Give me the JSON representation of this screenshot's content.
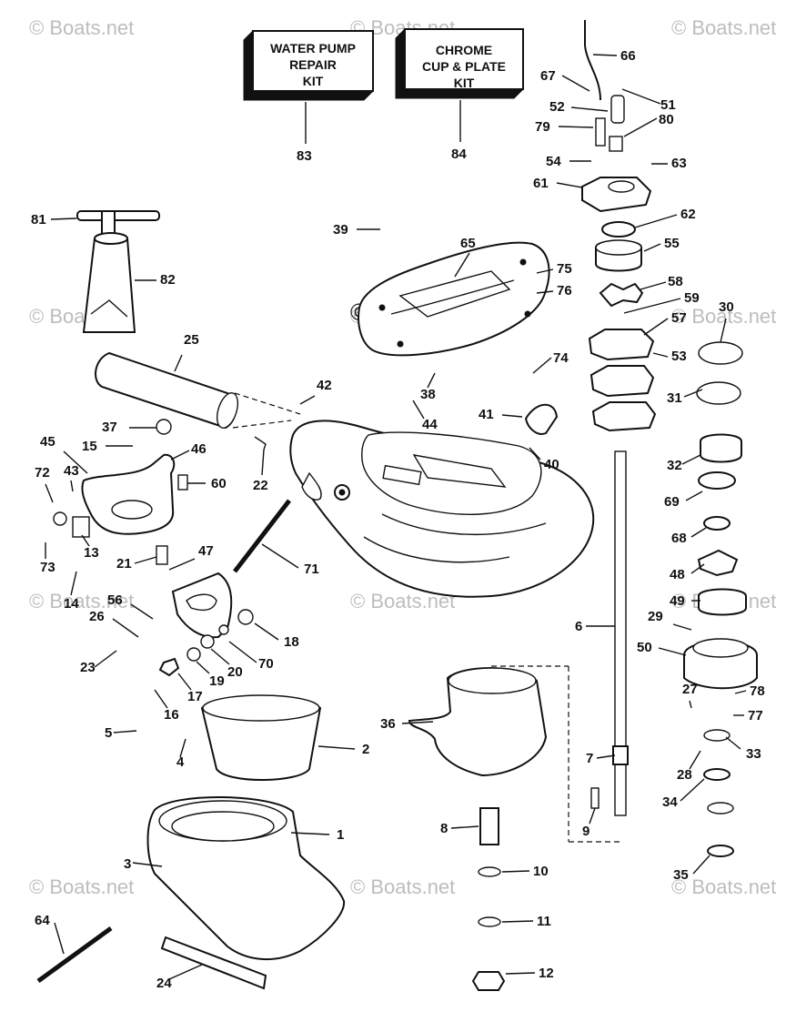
{
  "watermark": {
    "text": "© Boats.net"
  },
  "kits": [
    {
      "id": "83",
      "lines": [
        "WATER PUMP",
        "REPAIR",
        "KIT"
      ]
    },
    {
      "id": "84",
      "lines": [
        "CHROME",
        "CUP & PLATE",
        "KIT"
      ]
    }
  ],
  "part_numbers": [
    "1",
    "2",
    "3",
    "4",
    "5",
    "6",
    "7",
    "8",
    "9",
    "10",
    "11",
    "12",
    "13",
    "14",
    "15",
    "16",
    "17",
    "18",
    "19",
    "20",
    "21",
    "22",
    "23",
    "24",
    "25",
    "26",
    "27",
    "28",
    "29",
    "30",
    "31",
    "32",
    "33",
    "34",
    "35",
    "36",
    "37",
    "38",
    "39",
    "40",
    "41",
    "42",
    "43",
    "44",
    "45",
    "46",
    "47",
    "48",
    "49",
    "50",
    "51",
    "52",
    "53",
    "54",
    "55",
    "56",
    "57",
    "58",
    "59",
    "60",
    "61",
    "62",
    "63",
    "64",
    "65",
    "66",
    "67",
    "68",
    "69",
    "70",
    "71",
    "72",
    "73",
    "74",
    "75",
    "76",
    "77",
    "78",
    "79",
    "80",
    "81",
    "82",
    "83",
    "84"
  ]
}
